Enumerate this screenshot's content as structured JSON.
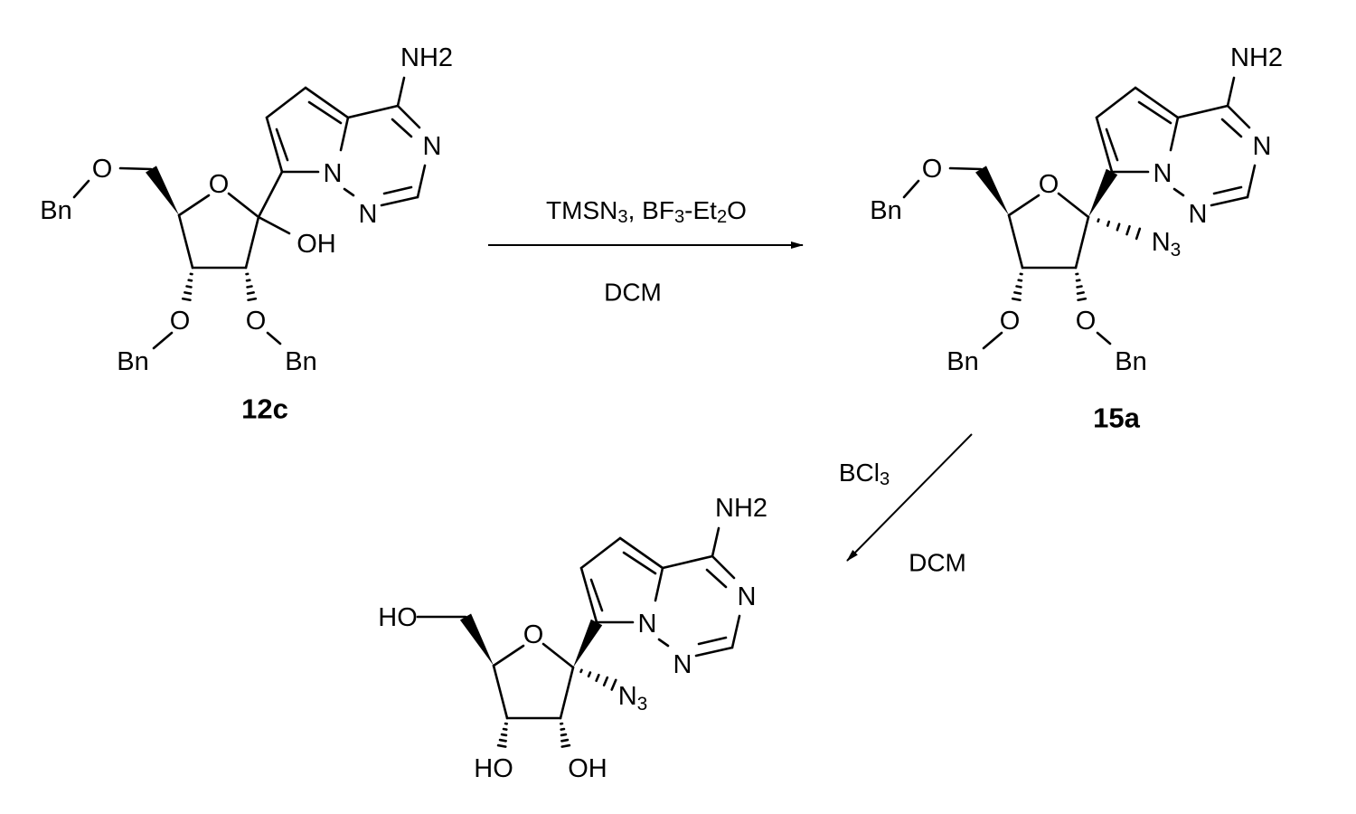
{
  "scheme": {
    "step1": {
      "reagents": "TMSN3, BF3-Et2O",
      "solvent": "DCM"
    },
    "step2": {
      "reagents": "BCl3",
      "solvent": "DCM"
    },
    "molecules": [
      {
        "id": "12c",
        "compound_label": "12c",
        "labels": {
          "o5": "O",
          "bn5": "Bn",
          "o_ring": "O",
          "oh1": "OH",
          "n1": "N",
          "n2": "N",
          "n3": "N",
          "nh2": "NH2",
          "o3": "O",
          "bn3": "Bn",
          "o2": "O",
          "bn2": "Bn"
        }
      },
      {
        "id": "15a",
        "compound_label": "15a",
        "labels": {
          "o5": "O",
          "bn5": "Bn",
          "o_ring": "O",
          "azide": "N3",
          "n1": "N",
          "n2": "N",
          "n3": "N",
          "nh2": "NH2",
          "o3": "O",
          "bn3": "Bn",
          "o2": "O",
          "bn2": "Bn"
        }
      },
      {
        "id": "product",
        "compound_label": "",
        "labels": {
          "ho5": "HO",
          "o_ring": "O",
          "azide": "N3",
          "n1": "N",
          "n2": "N",
          "n3": "N",
          "nh2": "NH2",
          "ho3": "HO",
          "oh2": "OH"
        }
      }
    ]
  }
}
